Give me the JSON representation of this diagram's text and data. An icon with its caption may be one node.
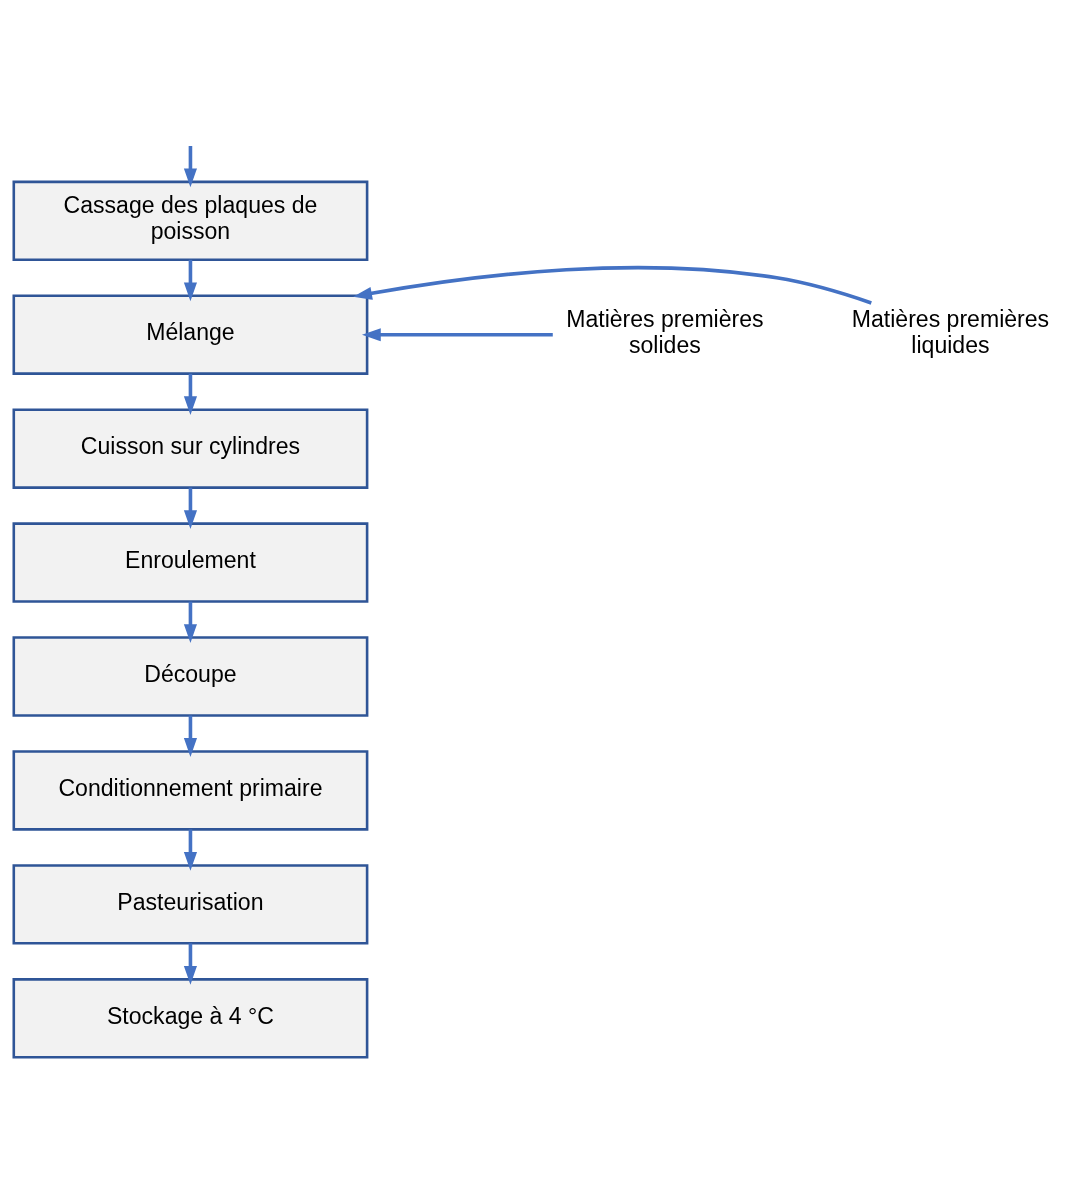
{
  "diagram": {
    "nodes": [
      {
        "text": [
          "Cassage des plaques de poisson"
        ]
      },
      {
        "text": [
          "Mélange"
        ]
      },
      {
        "text": [
          "Cuisson sur cylindres"
        ]
      },
      {
        "text": [
          "Enroulement"
        ]
      },
      {
        "text": [
          "Découpe"
        ]
      },
      {
        "text": [
          "Conditionnement primaire"
        ]
      },
      {
        "text": [
          "Pasteurisation"
        ]
      },
      {
        "text": [
          "Stockage à 4 °C"
        ]
      },
      {
        "text": [
          "Matières premières liquides"
        ]
      },
      {
        "text": [
          "Matières premières solides"
        ]
      }
    ],
    "edges": [
      {
        "from": null,
        "to": 0,
        "arrow": "to"
      },
      {
        "from": 0,
        "to": 1,
        "arrow": "to"
      },
      {
        "from": 1,
        "to": 2,
        "arrow": "to"
      },
      {
        "from": 2,
        "to": 3,
        "arrow": "to"
      },
      {
        "from": 3,
        "to": 4,
        "arrow": "to"
      },
      {
        "from": 4,
        "to": 5,
        "arrow": "to"
      },
      {
        "from": 5,
        "to": 6,
        "arrow": "to"
      },
      {
        "from": 6,
        "to": 7,
        "arrow": "to"
      },
      {
        "from": 8,
        "to": 1,
        "arrow": "to"
      },
      {
        "from": 9,
        "to": 1,
        "arrow": "to"
      }
    ]
  }
}
